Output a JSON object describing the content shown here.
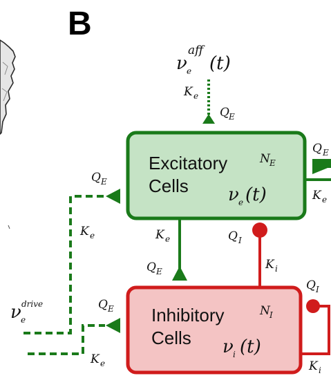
{
  "panel_label": "B",
  "colors": {
    "excitatory_stroke": "#1a7a1a",
    "excitatory_fill": "#c5e3c5",
    "inhibitory_stroke": "#d01c1c",
    "inhibitory_fill": "#f4c4c4",
    "surface_fill": "#e6e6e6"
  },
  "excitatory_box": {
    "line1": "Excitatory",
    "line2": "Cells",
    "N": "N",
    "N_sub": "E",
    "rate": "ν",
    "rate_sub": "e",
    "rate_arg": "(t)"
  },
  "inhibitory_box": {
    "line1": "Inhibitory",
    "line2": "Cells",
    "N": "N",
    "N_sub": "I",
    "rate": "ν",
    "rate_sub": "i",
    "rate_arg": "(t)"
  },
  "afferent": {
    "nu": "ν",
    "sub": "e",
    "sup": "aff",
    "arg": "(t)",
    "K": "K",
    "K_sub": "e",
    "Q": "Q",
    "Q_sub": "E"
  },
  "drive": {
    "nu": "ν",
    "sub": "e",
    "sup": "drive"
  },
  "top_drive_edge": {
    "Q": "Q",
    "Q_sub": "E",
    "K": "K",
    "K_sub": "e"
  },
  "bottom_drive_edge": {
    "Q": "Q",
    "Q_sub": "E",
    "K": "K",
    "K_sub": "e"
  },
  "e_to_i": {
    "K": "K",
    "K_sub": "e",
    "Q": "Q",
    "Q_sub": "E"
  },
  "i_to_e": {
    "Q": "Q",
    "Q_sub": "I",
    "K": "K",
    "K_sub": "i"
  },
  "e_self": {
    "Q": "Q",
    "Q_sub": "E",
    "K": "K",
    "K_sub": "e"
  },
  "i_self": {
    "Q": "Q",
    "Q_sub": "I",
    "K": "K",
    "K_sub": "i"
  }
}
